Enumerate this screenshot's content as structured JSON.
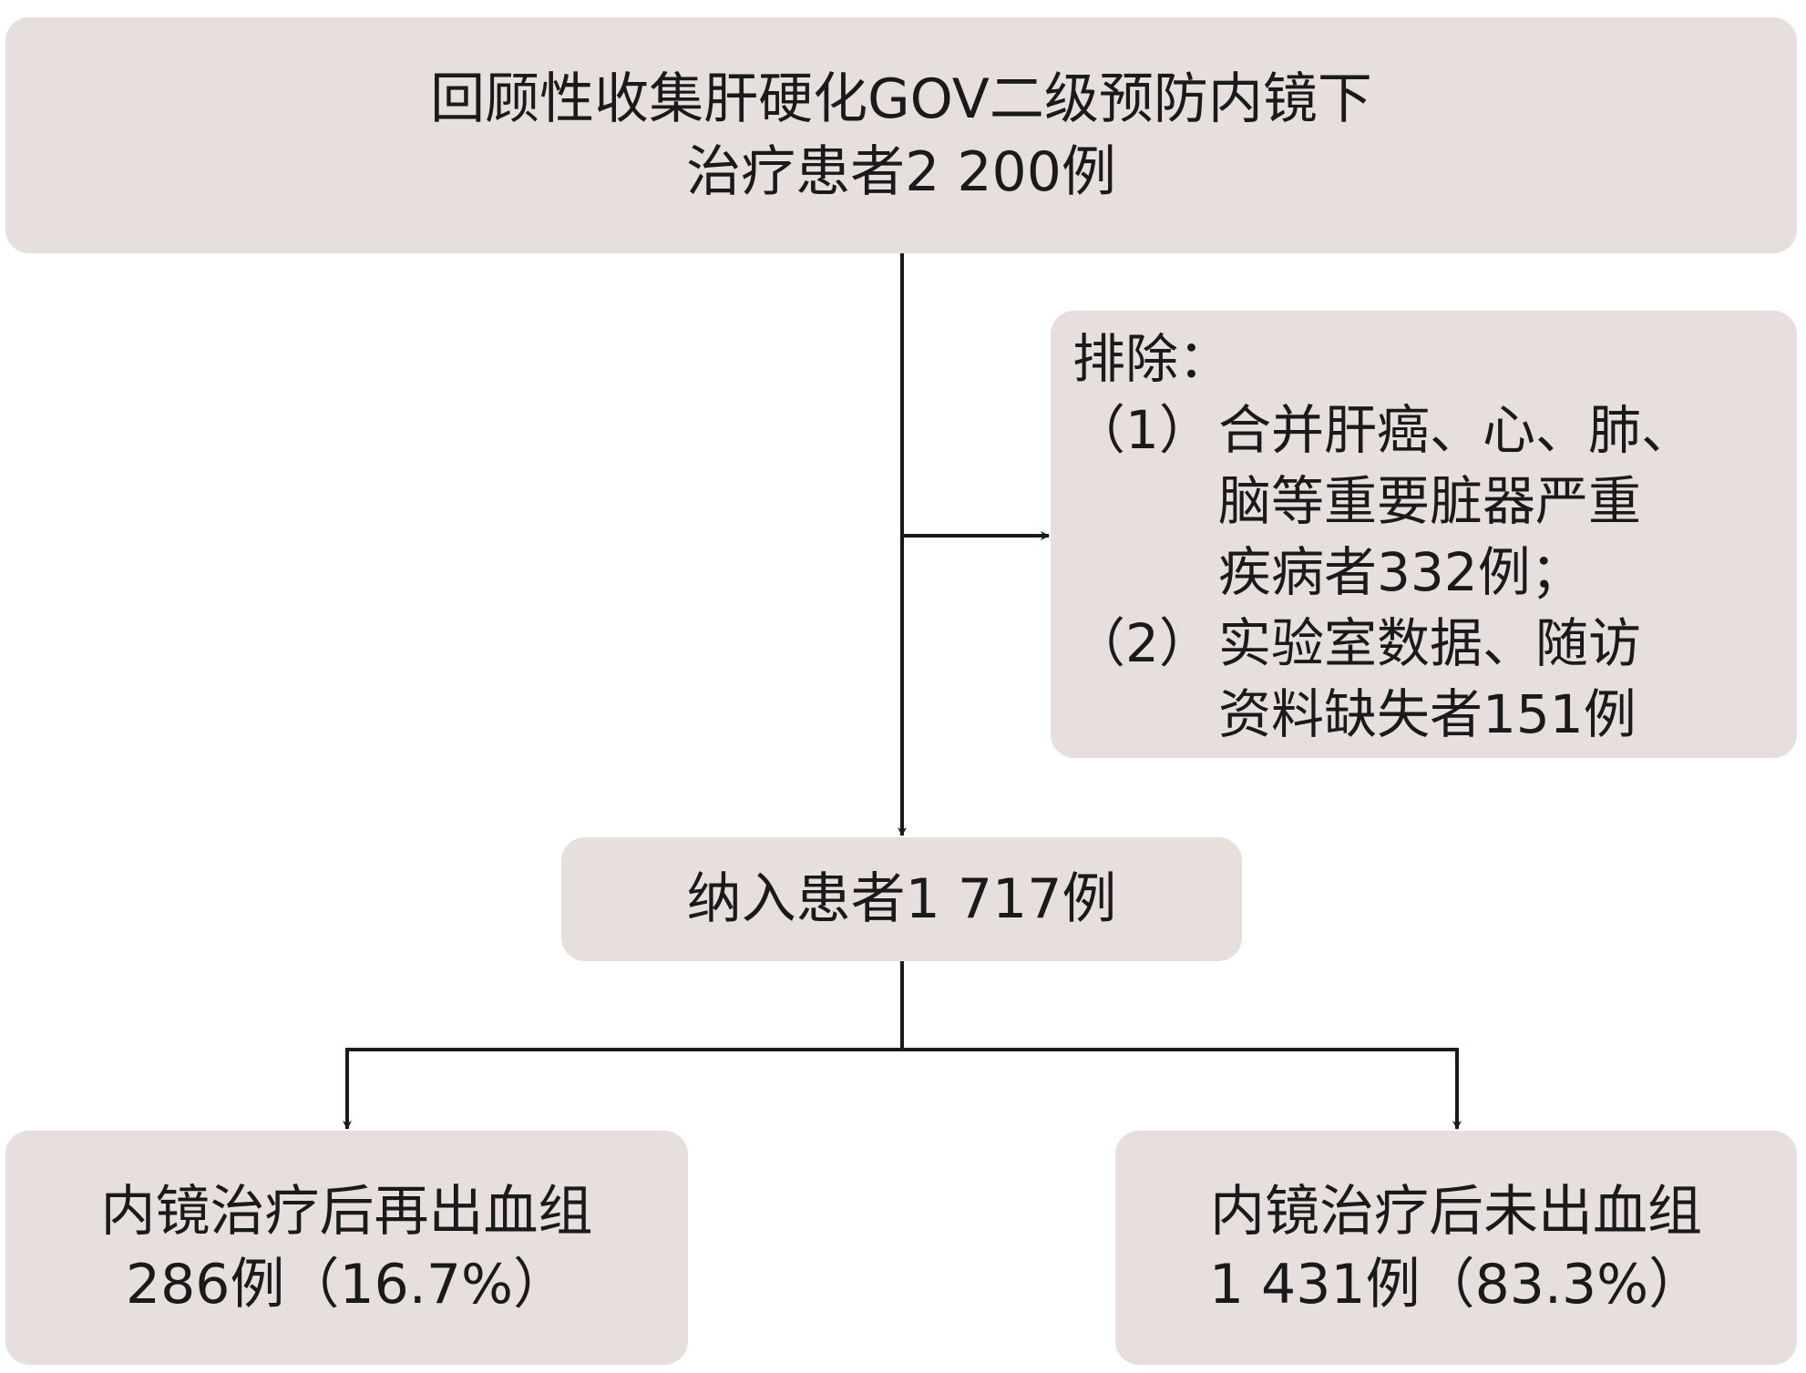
{
  "top": {
    "line1": "回顾性收集肝硬化GOV二级预防内镜下",
    "line2": "治疗患者2 200例"
  },
  "exclusion": {
    "title": "排除：",
    "items": [
      {
        "num": "（1）",
        "lines": [
          "合并肝癌、心、肺、",
          "脑等重要脏器严重",
          "疾病者332例；"
        ]
      },
      {
        "num": "（2）",
        "lines": [
          "实验室数据、随访",
          "资料缺失者151例"
        ]
      }
    ]
  },
  "included": {
    "text": "纳入患者1 717例"
  },
  "rebleed": {
    "line1": "内镜治疗后再出血组",
    "line2": "286例（16.7%）"
  },
  "no_rebleed": {
    "line1": "内镜治疗后未出血组",
    "line2": "1 431例（83.3%）"
  },
  "colors": {
    "box": "#e6dfdd",
    "line": "#1a1a1a"
  }
}
